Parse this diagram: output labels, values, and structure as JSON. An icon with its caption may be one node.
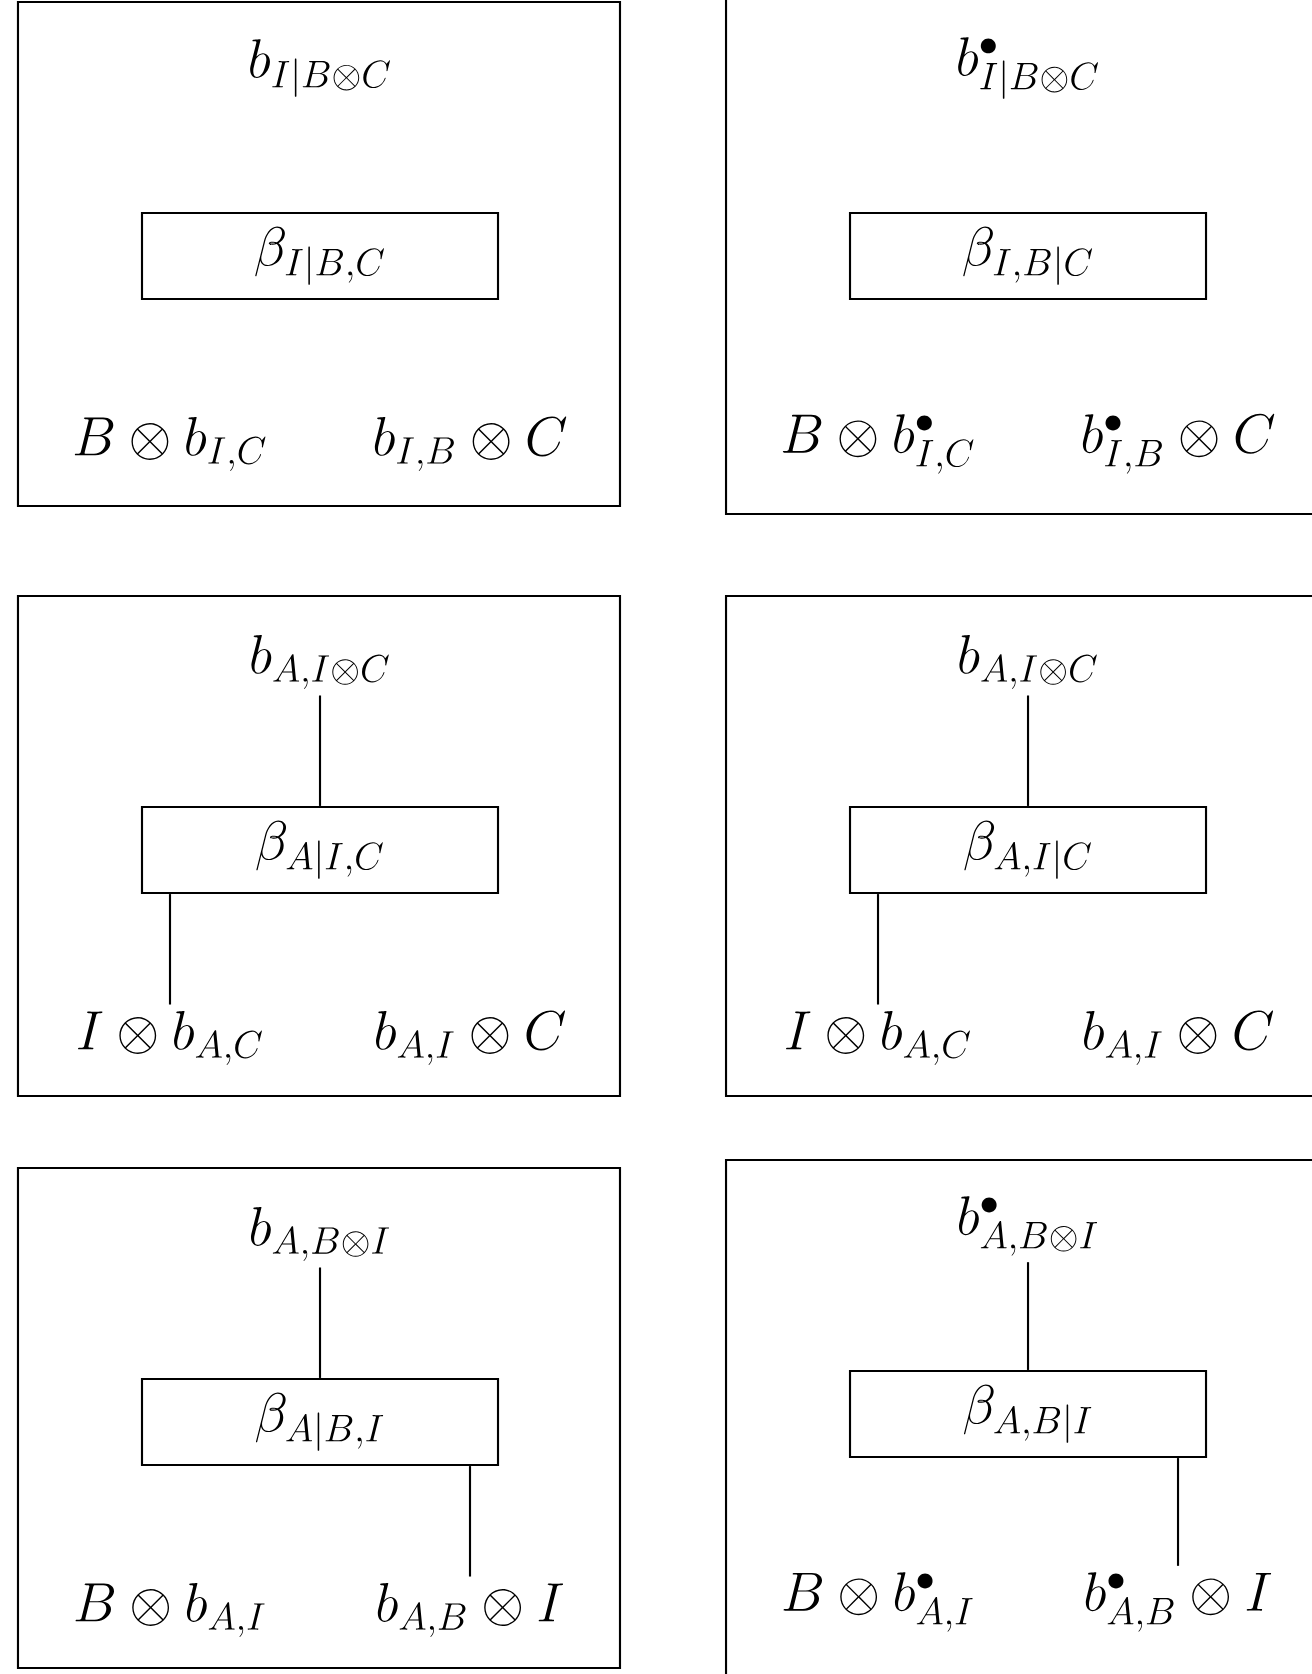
{
  "diagram": {
    "nodes": [
      {
        "text": [],
        "shape": "box"
      },
      {
        "text": [
          "b_{I|B\\otimes C}"
        ],
        "in": 0
      },
      {
        "text": [
          "\\beta_{I|B,C}"
        ],
        "in": 0
      },
      {
        "text": [
          "B\\otimes b_{I,C}"
        ],
        "in": 0
      },
      {
        "text": [
          "b_{I,B}\\otimes C"
        ],
        "in": 0
      },
      {
        "text": [],
        "shape": "box"
      },
      {
        "text": [
          "b^{\\bullet}_{I|B\\otimes C}"
        ],
        "in": 5
      },
      {
        "text": [
          "\\beta_{I,B|C}"
        ],
        "in": 5
      },
      {
        "text": [
          "B\\otimes b^{\\bullet}_{I,C}"
        ],
        "in": 5
      },
      {
        "text": [
          "b^{\\bullet}_{I,B}\\otimes C"
        ],
        "in": 5
      },
      {
        "text": [],
        "shape": "box"
      },
      {
        "text": [
          "b_{A,I\\otimes C}"
        ],
        "in": 10
      },
      {
        "text": [
          "\\beta_{A|I,C}"
        ],
        "in": 10
      },
      {
        "text": [
          "I\\otimes b_{A,C}"
        ],
        "in": 10
      },
      {
        "text": [
          "b_{A,I}\\otimes C"
        ],
        "in": 10
      },
      {
        "text": [],
        "shape": "box"
      },
      {
        "text": [
          "b_{A,I\\otimes C}"
        ],
        "in": 15
      },
      {
        "text": [
          "\\beta_{A,I|C}"
        ],
        "in": 15
      },
      {
        "text": [
          "I\\otimes b_{A,C}"
        ],
        "in": 15
      },
      {
        "text": [
          "b_{A,I}\\otimes C"
        ],
        "in": 15
      },
      {
        "text": [],
        "shape": "box"
      },
      {
        "text": [
          "b_{A,B\\otimes I}"
        ],
        "in": 20
      },
      {
        "text": [
          "\\beta_{A|B,I}"
        ],
        "in": 20
      },
      {
        "text": [
          "B\\otimes b_{A,I}"
        ],
        "in": 20
      },
      {
        "text": [
          "b_{A,B}\\otimes I"
        ],
        "in": 20
      },
      {
        "text": [],
        "shape": "box"
      },
      {
        "text": [
          "b^{\\bullet}_{A,B\\otimes I}"
        ],
        "in": 25
      },
      {
        "text": [
          "\\beta_{A,B|I}"
        ],
        "in": 25
      },
      {
        "text": [
          "B\\otimes b^{\\bullet}_{A,I}"
        ],
        "in": 25
      },
      {
        "text": [
          "b^{\\bullet}_{A,B}\\otimes I"
        ],
        "in": 25
      }
    ],
    "edges": [
      {
        "from": 11,
        "to": 12,
        "arrow": "none"
      },
      {
        "from": 12,
        "to": 13,
        "arrow": "none"
      },
      {
        "from": 16,
        "to": 17,
        "arrow": "none"
      },
      {
        "from": 17,
        "to": 18,
        "arrow": "none"
      },
      {
        "from": 21,
        "to": 22,
        "arrow": "none"
      },
      {
        "from": 22,
        "to": 24,
        "arrow": "none"
      },
      {
        "from": 26,
        "to": 27,
        "arrow": "none"
      },
      {
        "from": 27,
        "to": 29,
        "arrow": "none"
      }
    ]
  }
}
